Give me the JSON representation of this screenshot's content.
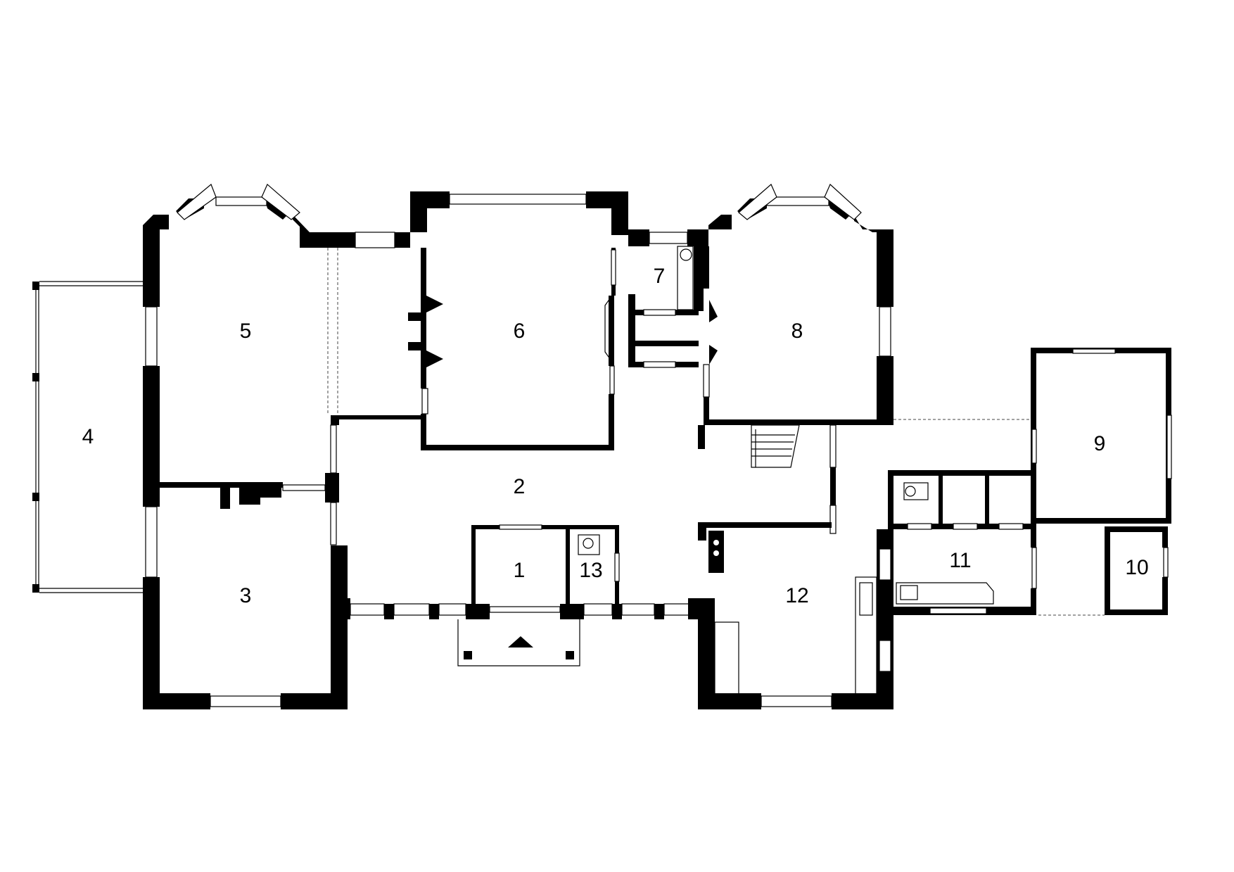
{
  "rooms": [
    {
      "id": "1",
      "label": "1"
    },
    {
      "id": "2",
      "label": "2"
    },
    {
      "id": "3",
      "label": "3"
    },
    {
      "id": "4",
      "label": "4"
    },
    {
      "id": "5",
      "label": "5"
    },
    {
      "id": "6",
      "label": "6"
    },
    {
      "id": "7",
      "label": "7"
    },
    {
      "id": "8",
      "label": "8"
    },
    {
      "id": "9",
      "label": "9"
    },
    {
      "id": "10",
      "label": "10"
    },
    {
      "id": "11",
      "label": "11"
    },
    {
      "id": "12",
      "label": "12"
    },
    {
      "id": "13",
      "label": "13"
    }
  ],
  "colors": {
    "wall": "#000000",
    "background": "#ffffff"
  }
}
